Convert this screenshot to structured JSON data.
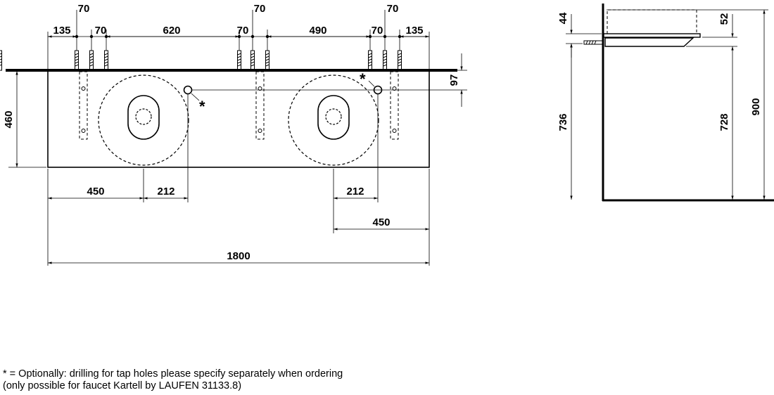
{
  "colors": {
    "line": "#000000",
    "background": "#ffffff"
  },
  "front_view": {
    "top_dims": {
      "row1": [
        "70",
        "70",
        "70"
      ],
      "row2": [
        "135",
        "70",
        "620",
        "70",
        "490",
        "70",
        "135"
      ]
    },
    "depth_label": "460",
    "tap_offset_label": "97",
    "optional_marker": "*",
    "bottom_dims": {
      "left_450": "450",
      "left_212": "212",
      "right_212": "212",
      "right_450": "450",
      "total": "1800"
    }
  },
  "side_view": {
    "basin_height": "44",
    "top_thickness": "52",
    "height_736": "736",
    "height_728": "728",
    "height_900": "900"
  },
  "notes": [
    "* = Optionally: drilling for tap holes please specify separately when ordering",
    "(only possible for faucet Kartell by LAUFEN 31133.8)"
  ]
}
